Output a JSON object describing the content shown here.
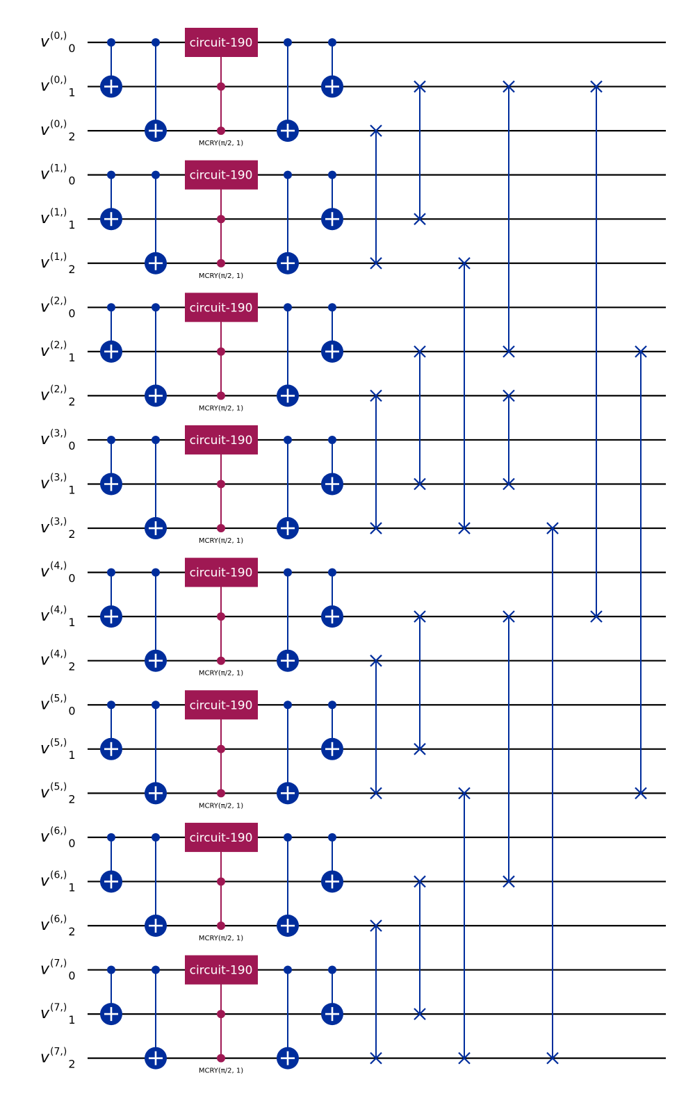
{
  "colors": {
    "wire": "#000000",
    "cnot": "#002d9c",
    "swap": "#002d9c",
    "mcry_gate": "#9f1853",
    "gate_text": "#ffffff"
  },
  "qubits": [
    {
      "base": "v",
      "reg": "(0,)",
      "index": "0"
    },
    {
      "base": "v",
      "reg": "(0,)",
      "index": "1"
    },
    {
      "base": "v",
      "reg": "(0,)",
      "index": "2"
    },
    {
      "base": "v",
      "reg": "(1,)",
      "index": "0"
    },
    {
      "base": "v",
      "reg": "(1,)",
      "index": "1"
    },
    {
      "base": "v",
      "reg": "(1,)",
      "index": "2"
    },
    {
      "base": "v",
      "reg": "(2,)",
      "index": "0"
    },
    {
      "base": "v",
      "reg": "(2,)",
      "index": "1"
    },
    {
      "base": "v",
      "reg": "(2,)",
      "index": "2"
    },
    {
      "base": "v",
      "reg": "(3,)",
      "index": "0"
    },
    {
      "base": "v",
      "reg": "(3,)",
      "index": "1"
    },
    {
      "base": "v",
      "reg": "(3,)",
      "index": "2"
    },
    {
      "base": "v",
      "reg": "(4,)",
      "index": "0"
    },
    {
      "base": "v",
      "reg": "(4,)",
      "index": "1"
    },
    {
      "base": "v",
      "reg": "(4,)",
      "index": "2"
    },
    {
      "base": "v",
      "reg": "(5,)",
      "index": "0"
    },
    {
      "base": "v",
      "reg": "(5,)",
      "index": "1"
    },
    {
      "base": "v",
      "reg": "(5,)",
      "index": "2"
    },
    {
      "base": "v",
      "reg": "(6,)",
      "index": "0"
    },
    {
      "base": "v",
      "reg": "(6,)",
      "index": "1"
    },
    {
      "base": "v",
      "reg": "(6,)",
      "index": "2"
    },
    {
      "base": "v",
      "reg": "(7,)",
      "index": "0"
    },
    {
      "base": "v",
      "reg": "(7,)",
      "index": "1"
    },
    {
      "base": "v",
      "reg": "(7,)",
      "index": "2"
    }
  ],
  "gate_label": "circuit-190",
  "mcry_label": "MCRY(π/2, 1)",
  "groups": 8,
  "swaps": [
    {
      "col": 0,
      "a": 2,
      "b": 5
    },
    {
      "col": 0,
      "a": 8,
      "b": 11
    },
    {
      "col": 0,
      "a": 14,
      "b": 17
    },
    {
      "col": 0,
      "a": 20,
      "b": 23
    },
    {
      "col": 1,
      "a": 1,
      "b": 4
    },
    {
      "col": 1,
      "a": 7,
      "b": 10
    },
    {
      "col": 1,
      "a": 13,
      "b": 16
    },
    {
      "col": 1,
      "a": 19,
      "b": 22
    },
    {
      "col": 2,
      "a": 5,
      "b": 11
    },
    {
      "col": 2,
      "a": 17,
      "b": 23
    },
    {
      "col": 3,
      "a": 1,
      "b": 7
    },
    {
      "col": 3,
      "a": 8,
      "b": 10
    },
    {
      "col": 3,
      "a": 13,
      "b": 19
    },
    {
      "col": 4,
      "a": 11,
      "b": 23
    },
    {
      "col": 5,
      "a": 1,
      "b": 13
    },
    {
      "col": 6,
      "a": 7,
      "b": 17
    }
  ]
}
